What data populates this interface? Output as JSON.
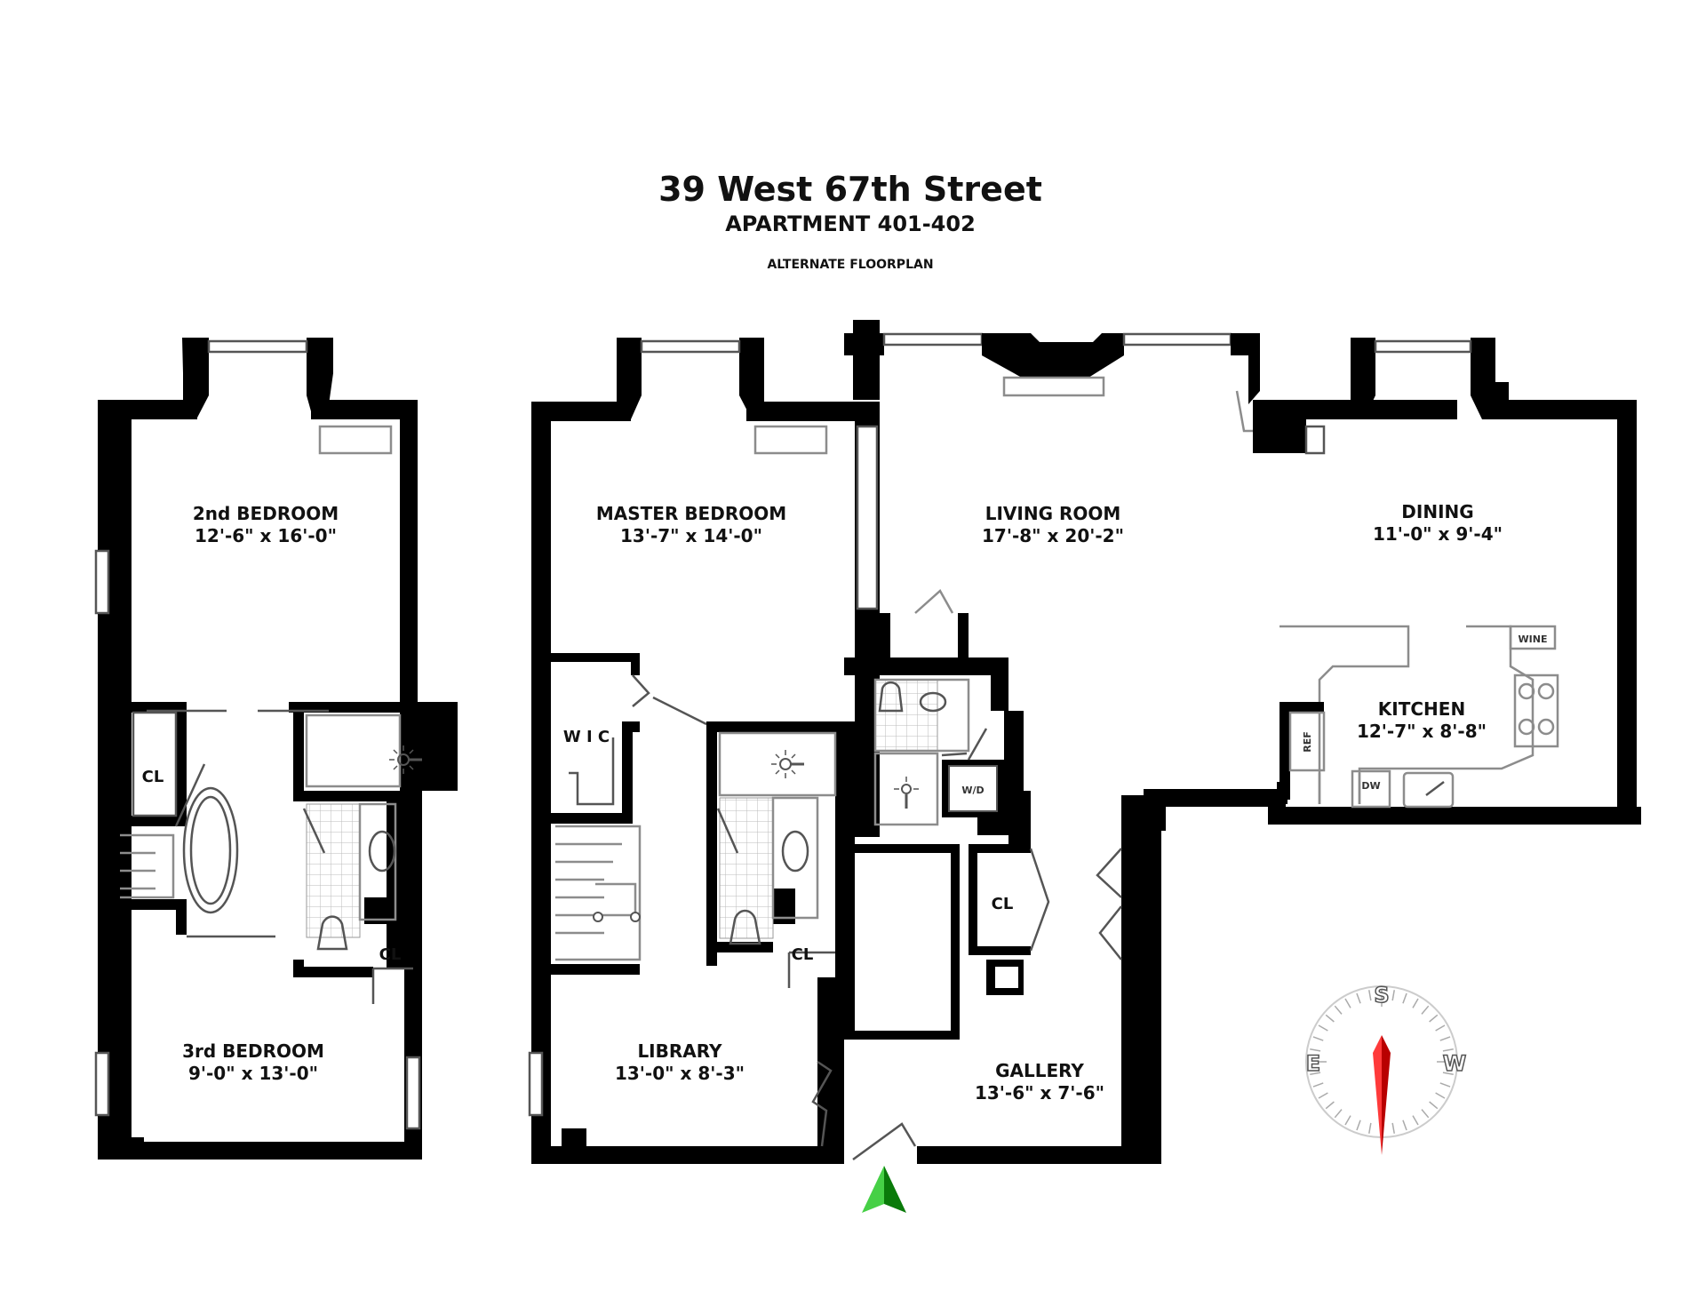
{
  "header": {
    "title": "39 West 67th Street",
    "subtitle": "APARTMENT 401-402",
    "note": "ALTERNATE FLOORPLAN"
  },
  "rooms": {
    "bedroom2": {
      "name": "2nd BEDROOM",
      "dims": "12'-6\" x 16'-0\""
    },
    "master": {
      "name": "MASTER BEDROOM",
      "dims": "13'-7\" x 14'-0\""
    },
    "living": {
      "name": "LIVING ROOM",
      "dims": "17'-8\" x 20'-2\""
    },
    "dining": {
      "name": "DINING",
      "dims": "11'-0\" x 9'-4\""
    },
    "kitchen": {
      "name": "KITCHEN",
      "dims": "12'-7\" x 8'-8\""
    },
    "bedroom3": {
      "name": "3rd BEDROOM",
      "dims": "9'-0\" x 13'-0\""
    },
    "library": {
      "name": "LIBRARY",
      "dims": "13'-0\" x 8'-3\""
    },
    "gallery": {
      "name": "GALLERY",
      "dims": "13'-6\" x 7'-6\""
    }
  },
  "labels": {
    "cl": "CL",
    "wic": "W I C",
    "wd": "W/D",
    "ref": "REF",
    "dw": "DW",
    "wine": "WINE"
  },
  "compass": {
    "n": "S",
    "e": "E",
    "w": "W"
  },
  "colors": {
    "wall": "#000000",
    "fixture": "#8c8c8c",
    "compass_needle": "#e00000",
    "entry_arrow": "#1a9a1a"
  }
}
